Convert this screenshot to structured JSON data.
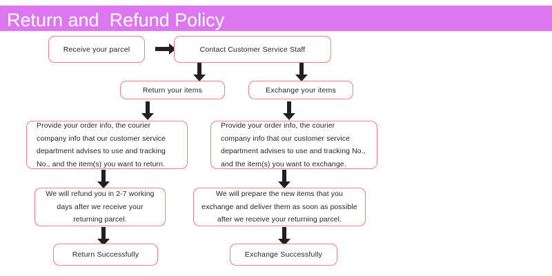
{
  "header": {
    "title": "Return and  Refund Policy",
    "banner_color": "#dd77f0",
    "title_color": "#ffffff"
  },
  "theme": {
    "box_border_color": "#ef7f8c",
    "box_fill_color": "#ffffff",
    "arrow_color": "#231f20",
    "text_color": "#231f20",
    "page_background": "#ffffff"
  },
  "flow": {
    "nodes": [
      {
        "id": "receive-parcel",
        "label": "Receive your parcel"
      },
      {
        "id": "contact-staff",
        "label": "Contact Customer Service Staff"
      },
      {
        "id": "return-items",
        "label": "Return your items"
      },
      {
        "id": "exchange-items",
        "label": "Exchange your items"
      },
      {
        "id": "return-details",
        "label": "Provide your order info, the courier\ncompany info that our customer service\ndepartment advises to use and tracking\nNo., and the item(s) you want to return."
      },
      {
        "id": "exchange-details",
        "label": "Provide your order info, the courier\ncompany info that our customer service\ndepartment advises to use and tracking No.,\nand the item(s) you want to exchange."
      },
      {
        "id": "refund-timeline",
        "label": "We will refund you in 2-7 working\ndays after we receive your\nreturning parcel."
      },
      {
        "id": "exchange-timeline",
        "label": "We will prepare the new items that you\nexchange  and deliver them as soon as possible\nafter we receive your returning parcel."
      },
      {
        "id": "return-success",
        "label": "Return Successfully"
      },
      {
        "id": "exchange-success",
        "label": "Exchange Successfully"
      }
    ],
    "connectors": [
      {
        "id": "receive-to-contact",
        "direction": "right"
      },
      {
        "id": "contact-to-return",
        "direction": "down"
      },
      {
        "id": "contact-to-exchange",
        "direction": "down"
      },
      {
        "id": "return-to-details",
        "direction": "down"
      },
      {
        "id": "exchange-to-details",
        "direction": "down"
      },
      {
        "id": "return-details-to-refund",
        "direction": "down"
      },
      {
        "id": "exchange-details-to-timeline",
        "direction": "down"
      },
      {
        "id": "refund-to-success",
        "direction": "down"
      },
      {
        "id": "exchange-timeline-to-success",
        "direction": "down"
      }
    ]
  }
}
